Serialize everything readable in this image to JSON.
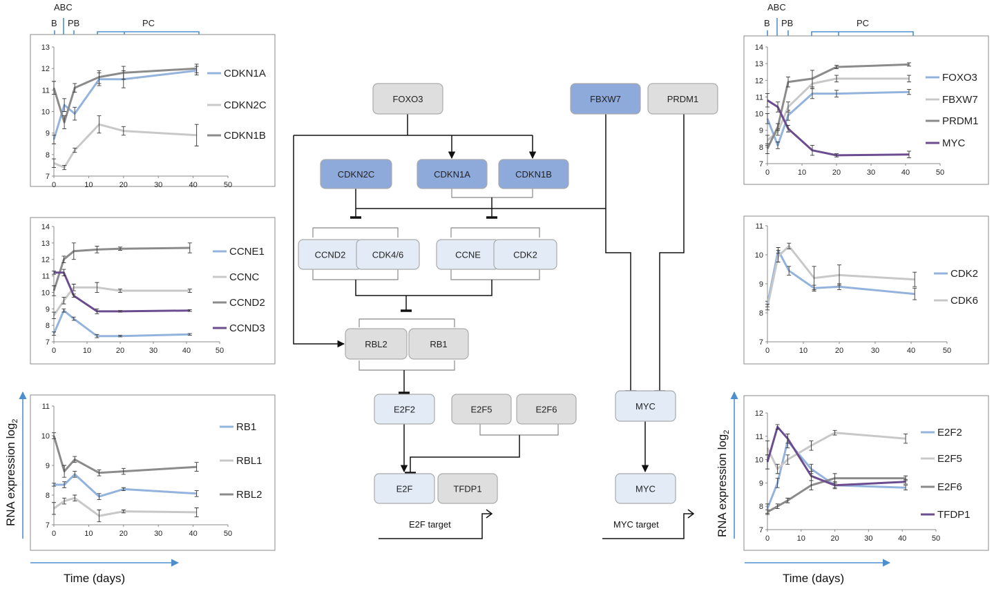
{
  "colors": {
    "light_blue": "#93b3dd",
    "light_gray": "#c8c8c8",
    "mid_gray": "#8b8b8b",
    "purple": "#6b4c8e",
    "arrow_blue": "#4d8fce",
    "node_dark_fill": "#8eaadb",
    "node_light_fill": "#e2ebf6",
    "node_gray_fill": "#dedede",
    "node_stroke": "#aaaaaa"
  },
  "annotations": {
    "left": {
      "abc": "ABC",
      "b": "B",
      "pb": "PB",
      "pc": "PC"
    },
    "right": {
      "abc": "ABC",
      "b": "B",
      "pb": "PB",
      "pc": "PC"
    }
  },
  "axis_labels": {
    "y_left": "RNA expression log",
    "y_right": "RNA expression log",
    "y_sub": "2",
    "x_left": "Time (days)",
    "x_right": "Time (days)"
  },
  "chart_data": [
    {
      "id": "p1",
      "type": "line",
      "xlim": [
        0,
        50
      ],
      "xticks": [
        0,
        10,
        20,
        30,
        40,
        50
      ],
      "ylim": [
        7,
        13
      ],
      "yticks": [
        7,
        8,
        9,
        10,
        11,
        12,
        13
      ],
      "x": [
        0,
        3,
        6,
        13,
        20,
        41
      ],
      "series": [
        {
          "name": "CDKN1A",
          "color": "light_blue",
          "values": [
            8.7,
            10.3,
            9.9,
            11.5,
            11.5,
            11.9
          ],
          "err": [
            0.2,
            0.3,
            0.3,
            0.3,
            0.4,
            0.2
          ]
        },
        {
          "name": "CDKN2C",
          "color": "light_gray",
          "values": [
            7.6,
            7.4,
            8.2,
            9.4,
            9.1,
            8.9
          ],
          "err": [
            0.2,
            0.1,
            0.1,
            0.4,
            0.2,
            0.5
          ]
        },
        {
          "name": "CDKN1B",
          "color": "mid_gray",
          "values": [
            11.1,
            9.5,
            11.1,
            11.6,
            11.8,
            12.0
          ],
          "err": [
            0.3,
            0.3,
            0.2,
            0.3,
            0.3,
            0.2
          ]
        }
      ]
    },
    {
      "id": "p2",
      "type": "line",
      "xlim": [
        0,
        50
      ],
      "xticks": [
        0,
        10,
        20,
        30,
        40,
        50
      ],
      "ylim": [
        7,
        14
      ],
      "yticks": [
        7,
        8,
        9,
        10,
        11,
        12,
        13,
        14
      ],
      "x": [
        0,
        3,
        6,
        13,
        20,
        41
      ],
      "series": [
        {
          "name": "CCNE1",
          "color": "light_blue",
          "values": [
            7.5,
            8.9,
            8.4,
            7.35,
            7.35,
            7.45
          ],
          "err": [
            0.1,
            0.1,
            0.1,
            0.1,
            0.05,
            0.05
          ]
        },
        {
          "name": "CCNC",
          "color": "light_gray",
          "values": [
            8.6,
            9.5,
            10.3,
            10.3,
            10.1,
            10.1
          ],
          "err": [
            0.2,
            0.2,
            0.2,
            0.3,
            0.1,
            0.1
          ]
        },
        {
          "name": "CCND2",
          "color": "mid_gray",
          "values": [
            10.1,
            12.0,
            12.5,
            12.6,
            12.65,
            12.7
          ],
          "err": [
            0.3,
            0.2,
            0.5,
            0.2,
            0.1,
            0.3
          ]
        },
        {
          "name": "CCND3",
          "color": "purple",
          "values": [
            11.2,
            11.2,
            9.8,
            8.85,
            8.85,
            8.9
          ],
          "err": [
            0.1,
            0.2,
            0.1,
            0.15,
            0.05,
            0.05
          ]
        }
      ]
    },
    {
      "id": "p3",
      "type": "line",
      "xlim": [
        0,
        50
      ],
      "xticks": [
        0,
        10,
        20,
        30,
        40,
        50
      ],
      "ylim": [
        7,
        11
      ],
      "yticks": [
        7,
        8,
        9,
        10,
        11
      ],
      "x": [
        0,
        3,
        6,
        13,
        20,
        41
      ],
      "series": [
        {
          "name": "RB1",
          "color": "light_blue",
          "values": [
            8.35,
            8.35,
            8.7,
            7.95,
            8.2,
            8.05
          ],
          "err": [
            0.05,
            0.1,
            0.1,
            0.1,
            0.05,
            0.1
          ]
        },
        {
          "name": "RBL1",
          "color": "light_gray",
          "values": [
            7.55,
            7.8,
            7.9,
            7.3,
            7.45,
            7.42
          ],
          "err": [
            0.2,
            0.1,
            0.1,
            0.2,
            0.05,
            0.15
          ]
        },
        {
          "name": "RBL2",
          "color": "mid_gray",
          "values": [
            10.0,
            8.8,
            9.2,
            8.75,
            8.8,
            8.95
          ],
          "err": [
            0.1,
            0.2,
            0.1,
            0.1,
            0.1,
            0.15
          ]
        }
      ]
    },
    {
      "id": "p4",
      "type": "line",
      "xlim": [
        0,
        50
      ],
      "xticks": [
        0,
        10,
        20,
        30,
        40,
        50
      ],
      "ylim": [
        7,
        14
      ],
      "yticks": [
        7,
        8,
        9,
        10,
        11,
        12,
        13,
        14
      ],
      "x": [
        0,
        3,
        6,
        13,
        20,
        41
      ],
      "series": [
        {
          "name": "FOXO3",
          "color": "light_blue",
          "values": [
            9.7,
            8.1,
            9.9,
            11.2,
            11.2,
            11.3
          ],
          "err": [
            0.3,
            0.2,
            0.3,
            0.3,
            0.2,
            0.15
          ]
        },
        {
          "name": "FBXW7",
          "color": "light_gray",
          "values": [
            8.4,
            8.9,
            10.4,
            11.8,
            12.1,
            12.1
          ],
          "err": [
            0.3,
            0.2,
            0.3,
            0.3,
            0.2,
            0.2
          ]
        },
        {
          "name": "PRDM1",
          "color": "mid_gray",
          "values": [
            7.9,
            9.2,
            11.9,
            12.1,
            12.8,
            12.95
          ],
          "err": [
            0.3,
            0.2,
            0.3,
            0.5,
            0.1,
            0.1
          ]
        },
        {
          "name": "MYC",
          "color": "purple",
          "values": [
            10.8,
            10.4,
            9.1,
            7.8,
            7.5,
            7.55
          ],
          "err": [
            0.4,
            0.3,
            0.2,
            0.3,
            0.1,
            0.2
          ]
        }
      ]
    },
    {
      "id": "p5",
      "type": "line",
      "xlim": [
        0,
        50
      ],
      "xticks": [
        0,
        10,
        20,
        30,
        40,
        50
      ],
      "ylim": [
        7,
        11
      ],
      "yticks": [
        7,
        8,
        9,
        10,
        11
      ],
      "x": [
        0,
        3,
        6,
        13,
        20,
        41
      ],
      "series": [
        {
          "name": "CDK2",
          "color": "light_blue",
          "values": [
            8.3,
            10.15,
            9.45,
            8.85,
            8.9,
            8.65
          ],
          "err": [
            0.1,
            0.1,
            0.15,
            0.1,
            0.1,
            0.2
          ]
        },
        {
          "name": "CDK6",
          "color": "light_gray",
          "values": [
            8.2,
            9.95,
            10.3,
            9.2,
            9.3,
            9.15
          ],
          "err": [
            0.1,
            0.2,
            0.1,
            0.4,
            0.35,
            0.25
          ]
        }
      ]
    },
    {
      "id": "p6",
      "type": "line",
      "xlim": [
        0,
        50
      ],
      "xticks": [
        0,
        10,
        20,
        30,
        40,
        50
      ],
      "ylim": [
        7,
        12
      ],
      "yticks": [
        7,
        8,
        9,
        10,
        11,
        12
      ],
      "x": [
        0,
        3,
        6,
        13,
        20,
        41
      ],
      "series": [
        {
          "name": "E2F2",
          "color": "light_blue",
          "values": [
            7.9,
            9.0,
            10.8,
            9.6,
            8.9,
            8.8
          ],
          "err": [
            0.2,
            0.2,
            0.3,
            0.2,
            0.1,
            0.1
          ]
        },
        {
          "name": "E2F5",
          "color": "light_gray",
          "values": [
            10.5,
            9.6,
            10.0,
            10.6,
            11.15,
            10.9
          ],
          "err": [
            0.3,
            0.2,
            0.2,
            0.2,
            0.1,
            0.2
          ]
        },
        {
          "name": "E2F6",
          "color": "mid_gray",
          "values": [
            7.75,
            8.0,
            8.25,
            8.9,
            9.2,
            9.2
          ],
          "err": [
            0.1,
            0.1,
            0.1,
            0.2,
            0.2,
            0.1
          ]
        },
        {
          "name": "TFDP1",
          "color": "purple",
          "values": [
            9.9,
            11.4,
            10.9,
            9.3,
            8.9,
            9.05
          ],
          "err": [
            0.3,
            0.1,
            0.2,
            0.2,
            0.15,
            0.1
          ]
        }
      ]
    }
  ],
  "diagram": {
    "nodes": [
      {
        "id": "FOXO3",
        "label": "FOXO3",
        "style": "gray"
      },
      {
        "id": "FBXW7",
        "label": "FBXW7",
        "style": "dark"
      },
      {
        "id": "PRDM1",
        "label": "PRDM1",
        "style": "gray"
      },
      {
        "id": "CDKN2C",
        "label": "CDKN2C",
        "style": "dark"
      },
      {
        "id": "CDKN1A",
        "label": "CDKN1A",
        "style": "dark"
      },
      {
        "id": "CDKN1B",
        "label": "CDKN1B",
        "style": "dark"
      },
      {
        "id": "CCND2",
        "label": "CCND2",
        "style": "light"
      },
      {
        "id": "CDK46",
        "label": "CDK4/6",
        "style": "light"
      },
      {
        "id": "CCNE",
        "label": "CCNE",
        "style": "light"
      },
      {
        "id": "CDK2",
        "label": "CDK2",
        "style": "light"
      },
      {
        "id": "RBL2",
        "label": "RBL2",
        "style": "gray"
      },
      {
        "id": "RB1",
        "label": "RB1",
        "style": "gray"
      },
      {
        "id": "E2F2",
        "label": "E2F2",
        "style": "light"
      },
      {
        "id": "E2F5",
        "label": "E2F5",
        "style": "gray"
      },
      {
        "id": "E2F6",
        "label": "E2F6",
        "style": "gray"
      },
      {
        "id": "E2F",
        "label": "E2F",
        "style": "light"
      },
      {
        "id": "TFDP1",
        "label": "TFDP1",
        "style": "gray"
      },
      {
        "id": "MYC1",
        "label": "MYC",
        "style": "light"
      },
      {
        "id": "MYC2",
        "label": "MYC",
        "style": "light"
      }
    ],
    "targets": {
      "e2f": "E2F target",
      "myc": "MYC target"
    }
  }
}
